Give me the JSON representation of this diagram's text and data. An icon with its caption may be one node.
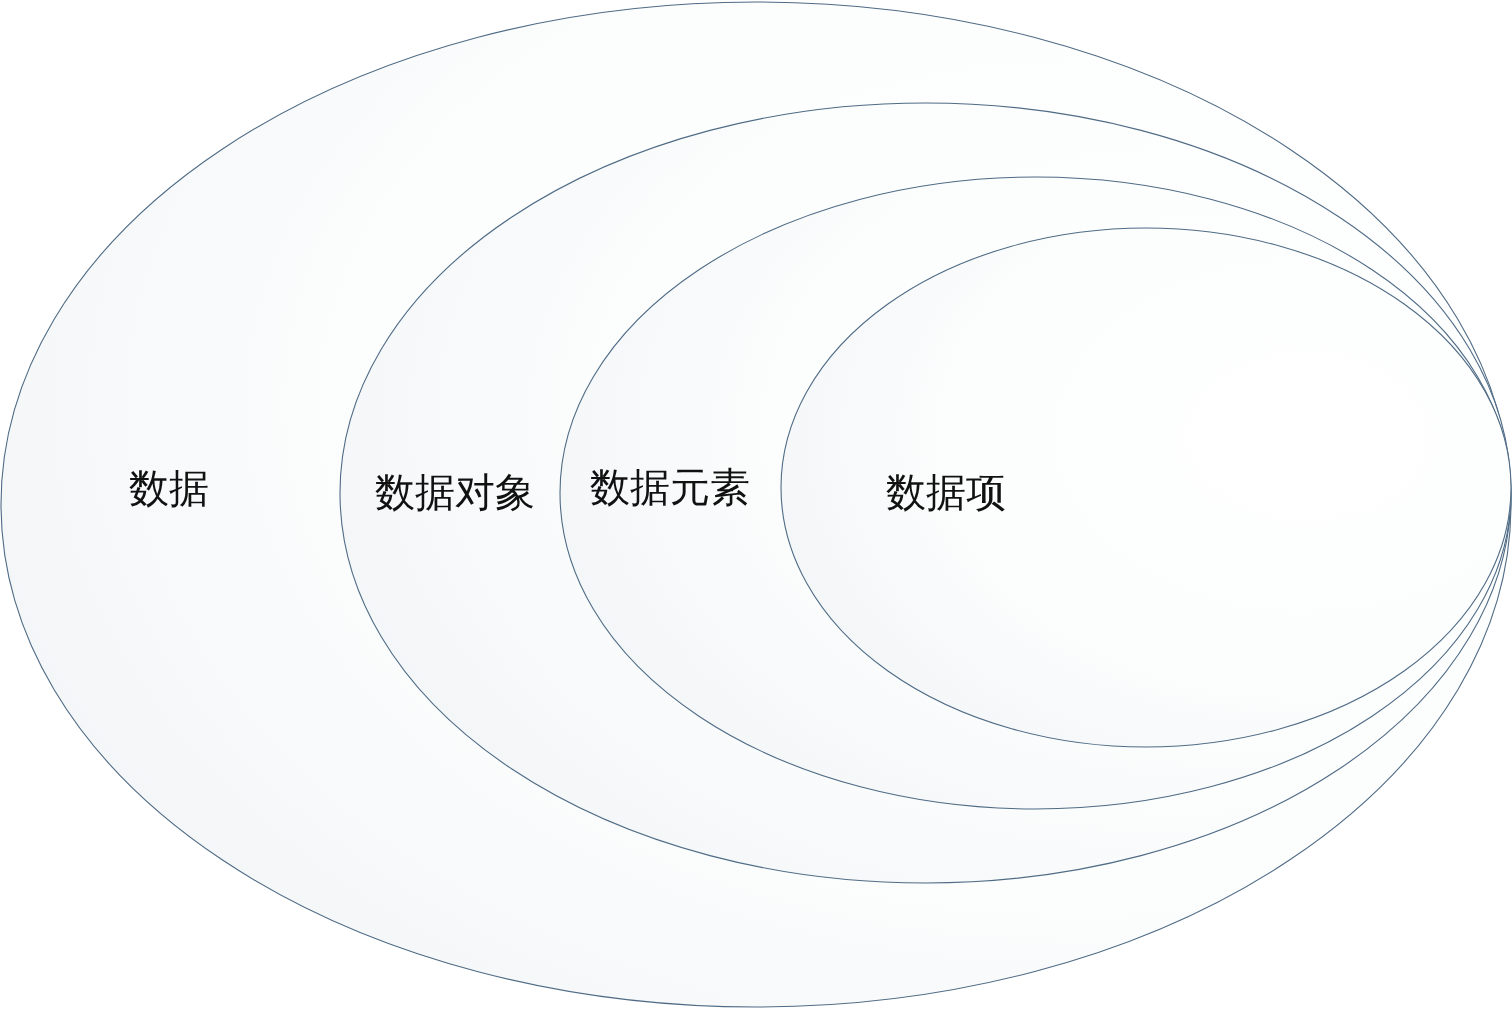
{
  "diagram": {
    "nodes": [
      {
        "text": [
          "数据"
        ]
      },
      {
        "text": [
          "数据对象"
        ],
        "in": 0
      },
      {
        "text": [
          "数据元素"
        ],
        "in": 1
      },
      {
        "text": [
          "数据项"
        ],
        "in": 2
      }
    ]
  }
}
